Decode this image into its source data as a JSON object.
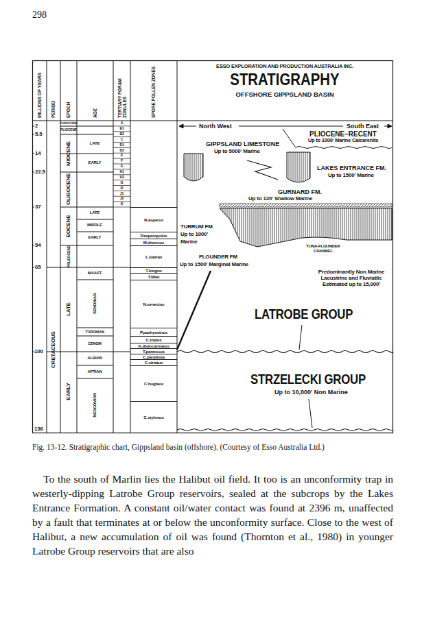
{
  "diagram": {
    "title": "STRATIGRAPHY",
    "caption": "Fig. 13-12. Stratigraphic chart, Gippsland basin (offshore). (Courtesy of Esso Australia Ltd.)",
    "nodes": [
      {
        "text": [
          "MILLIONS OF YEARS"
        ]
      },
      {
        "text": [
          "PERIOD"
        ]
      },
      {
        "text": [
          "EPOCH"
        ]
      },
      {
        "text": [
          "AGE"
        ]
      },
      {
        "text": [
          "TERTIARY FORAM ZONULES"
        ]
      },
      {
        "text": [
          "SPORE POLLEN ZONES"
        ]
      },
      {
        "text": [
          "N.asperus"
        ]
      },
      {
        "text": [
          "P.asperopolus"
        ]
      },
      {
        "text": [
          "M.diversus"
        ]
      },
      {
        "text": [
          "L.balmei"
        ]
      },
      {
        "text": [
          "T.longus"
        ]
      },
      {
        "text": [
          "T.lilliei"
        ]
      },
      {
        "text": [
          "N.senectus"
        ]
      },
      {
        "text": [
          "P.pachyexinus"
        ]
      },
      {
        "text": [
          "C.triplex"
        ]
      },
      {
        "text": [
          "A.distocarinatus"
        ]
      },
      {
        "text": [
          "T.pannosus"
        ]
      },
      {
        "text": [
          "C.paradoxa"
        ]
      },
      {
        "text": [
          "C.striatus"
        ]
      },
      {
        "text": [
          "C.hughesi"
        ]
      },
      {
        "text": [
          "C.stylosus"
        ]
      }
    ],
    "labels": [
      "298",
      "ESSO EXPLORATION AND PRODUCTION AUSTRALIA INC.",
      "OFFSHORE GIPPSLAND BASIN",
      "North West",
      "South East",
      "PLIOCENE–RECENT",
      "Up to 1000' Marine Calcarenite",
      "GIPPSLAND LIMESTONE",
      "Up to 5000' Marine",
      "LAKES ENTRANCE FM.",
      "Up to 1500' Marine",
      "GURNARD FM.",
      "Up to 120' Shallow Marine",
      "TURRUM FM",
      "Up to 1000'",
      "Marine",
      "TUNA-FLOUNDER CHANNEL",
      "FLOUNDER FM",
      "Up to 1500' Marginal Marine",
      "Predominantly Non Marine Lacustrine and Fluviatile Estimated up to 15,000'",
      "LATROBE GROUP",
      "STRZELECKI GROUP",
      "Up to 10,000' Non Marine",
      "2",
      "5.5",
      "14",
      "22.5",
      "37",
      "54",
      "65",
      "100",
      "136",
      "CRETACEOUS",
      "PLEISTOCENE",
      "PLIOCENE",
      "MIOCENE",
      "OLIGOCENE",
      "EOCENE",
      "PALEOCENE",
      "LATE",
      "EARLY",
      "LATE",
      "EARLY",
      "LATE",
      "MIDDLE",
      "EARLY",
      "MAAST",
      "SENONIAN",
      "TURONIAN",
      "CENOM",
      "ALBIAN",
      "APTIAN",
      "NEOCOMIAN",
      "A",
      "B1",
      "B2",
      "C",
      "D1",
      "D2",
      "E",
      "F",
      "G",
      "H1",
      "H2",
      "I1",
      "I2",
      "J1",
      "J2",
      "K",
      "To the south of Marlin lies the Halibut oil field. It too is an unconformity trap in westerly-dipping Latrobe Group reservoirs, sealed at the subcrops by the Lakes Entrance Formation. A constant oil/water contact was found at 2396 m, unaffected by a fault that terminates at or below the unconformity surface. Close to the west of Halibut, a new accumulation of oil was found (Thornton et al., 1980) in younger Latrobe Group reservoirs that are also"
    ]
  }
}
